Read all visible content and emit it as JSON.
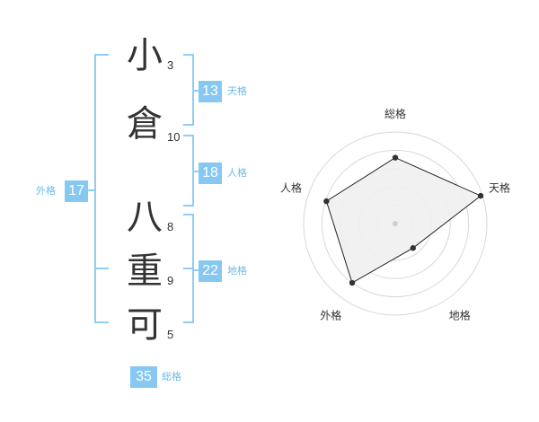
{
  "characters": [
    {
      "char": "小",
      "strokes": "3"
    },
    {
      "char": "倉",
      "strokes": "10"
    },
    {
      "char": "八",
      "strokes": "8"
    },
    {
      "char": "重",
      "strokes": "9"
    },
    {
      "char": "可",
      "strokes": "5"
    }
  ],
  "grades": {
    "tenkaku": {
      "value": "13",
      "label": "天格"
    },
    "jinkaku": {
      "value": "18",
      "label": "人格"
    },
    "chikaku": {
      "value": "22",
      "label": "地格"
    },
    "gaikaku": {
      "value": "17",
      "label": "外格"
    },
    "soukaku": {
      "value": "35",
      "label": "総格"
    }
  },
  "radar": {
    "axes": [
      "総格",
      "天格",
      "地格",
      "外格",
      "人格"
    ],
    "values": [
      0.72,
      0.98,
      0.33,
      0.8,
      0.79
    ],
    "fill_color": "#f0f0f0",
    "line_color": "#222222",
    "ring_color": "#d8d8d8"
  }
}
